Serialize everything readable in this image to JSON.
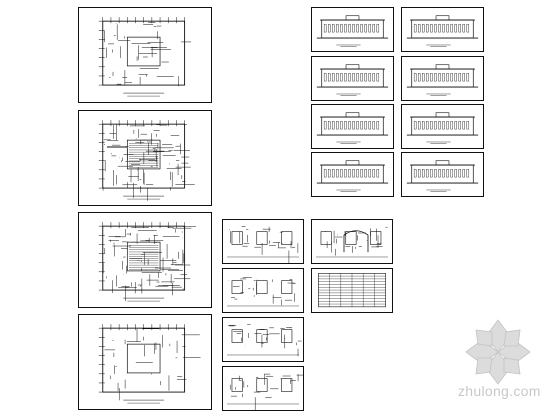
{
  "watermark": {
    "text": "zhulong.com",
    "icon": "zhulong-flower-logo"
  },
  "colors": {
    "line": "#111111",
    "paper": "#ffffff",
    "watermark": "#c8c8c8"
  },
  "sheets": [
    {
      "id": "plan-1",
      "kind": "plan-grid"
    },
    {
      "id": "plan-2",
      "kind": "plan-dense"
    },
    {
      "id": "plan-3",
      "kind": "plan-dense"
    },
    {
      "id": "plan-4",
      "kind": "plan-sparse"
    },
    {
      "id": "elev-1",
      "kind": "elevation"
    },
    {
      "id": "elev-2",
      "kind": "elevation"
    },
    {
      "id": "elev-3",
      "kind": "elevation"
    },
    {
      "id": "elev-4",
      "kind": "elevation"
    },
    {
      "id": "elev-5",
      "kind": "elevation"
    },
    {
      "id": "elev-6",
      "kind": "elevation"
    },
    {
      "id": "elev-7",
      "kind": "elevation"
    },
    {
      "id": "elev-8",
      "kind": "elevation"
    },
    {
      "id": "detail-1",
      "kind": "details"
    },
    {
      "id": "detail-2",
      "kind": "details"
    },
    {
      "id": "detail-3",
      "kind": "details"
    },
    {
      "id": "detail-4",
      "kind": "details"
    },
    {
      "id": "detail-5",
      "kind": "section-arch"
    },
    {
      "id": "detail-6",
      "kind": "table"
    }
  ]
}
